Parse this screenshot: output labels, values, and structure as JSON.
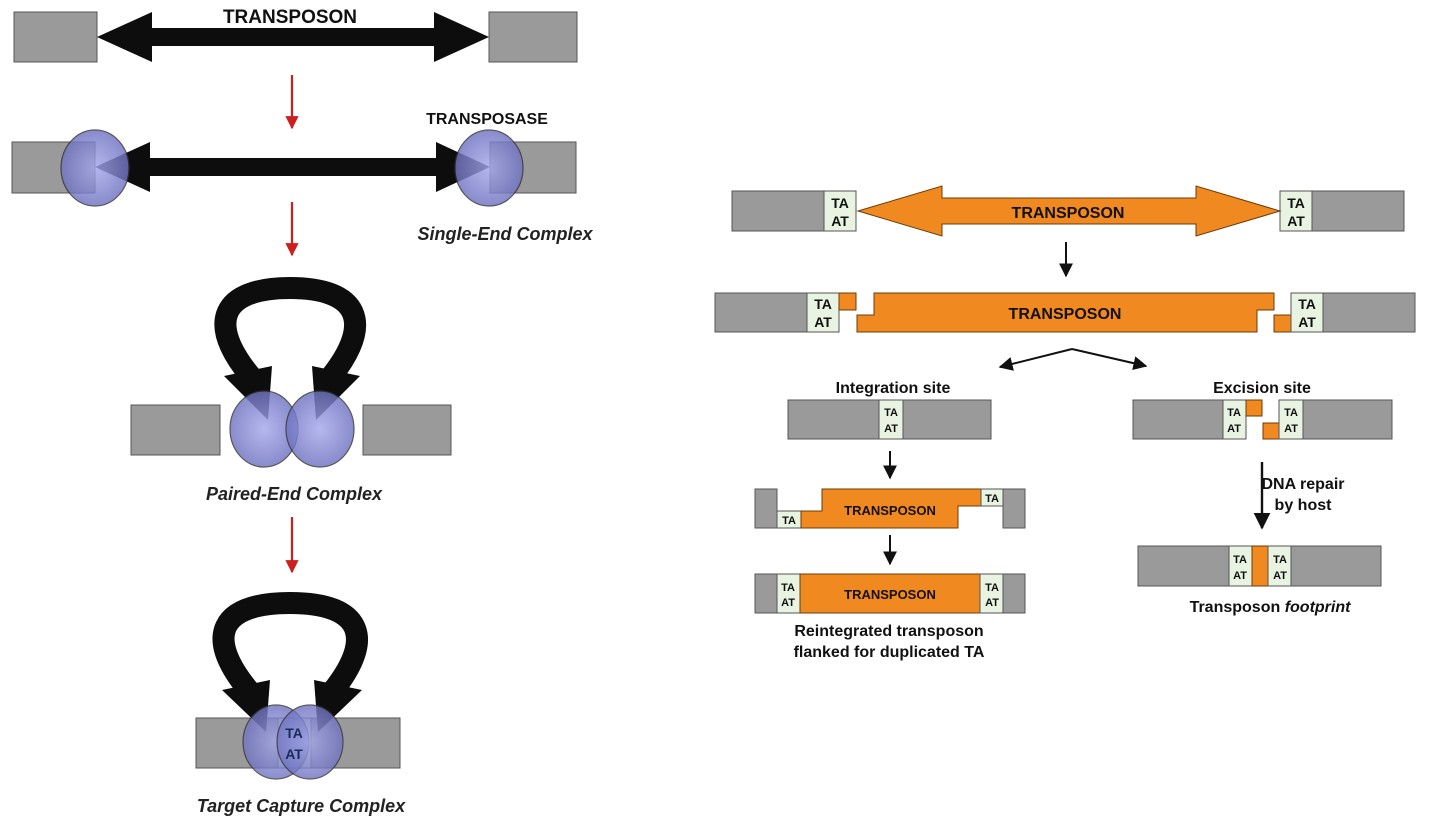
{
  "left": {
    "top_label": "TRANSPOSON",
    "transposase_label": "TRANSPOSASE",
    "single_end_label": "Single-End Complex",
    "paired_end_label": "Paired-End Complex",
    "target_capture_label": "Target Capture Complex",
    "ta_top": "TA",
    "ta_bottom": "AT"
  },
  "right": {
    "transposon_label": "TRANSPOSON",
    "ta_top": "TA",
    "ta_bottom": "AT",
    "ta_short": "TA",
    "integration_site_label": "Integration site",
    "excision_site_label": "Excision site",
    "dna_repair_line1": "DNA repair",
    "dna_repair_line2": "by host",
    "reintegrated_line1": "Reintegrated transposon",
    "reintegrated_line2": "flanked for duplicated TA",
    "footprint_prefix": "Transposon ",
    "footprint_italic": "footprint"
  },
  "colors": {
    "gray_block": "#9a9a9a",
    "orange": "#f0891f",
    "ta_box": "#e8f3e1",
    "red_arrow": "#cc1f1f",
    "protein": "#7b7fd0"
  }
}
